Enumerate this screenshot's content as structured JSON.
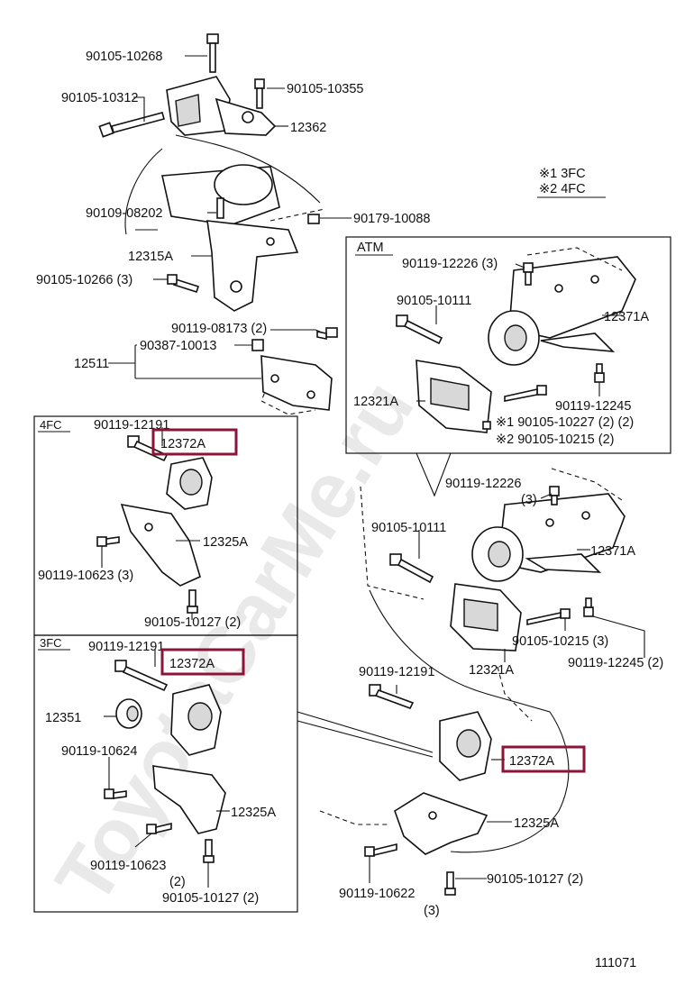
{
  "watermark": "ToyotaCarMe.ru",
  "legend": {
    "m1": "※1 3FC",
    "m2": "※2 4FC"
  },
  "section_labels": {
    "atm": "ATM",
    "fc4": "4FC",
    "fc3": "3FC"
  },
  "labels": {
    "p90105_10268": "90105-10268",
    "p90105_10355": "90105-10355",
    "p90105_10312": "90105-10312",
    "p12362": "12362",
    "p90109_08202": "90109-08202",
    "p90179_10088": "90179-10088",
    "p12315A": "12315A",
    "p90105_10266": "90105-10266 (3)",
    "p90119_08173": "90119-08173 (2)",
    "p90387_10013": "90387-10013",
    "p12511": "12511",
    "atm_90119_12226": "90119-12226 (3)",
    "atm_90105_10111": "90105-10111",
    "atm_12371A": "12371A",
    "atm_12321A": "12321A",
    "atm_90119_12245": "90119-12245",
    "atm_m1_90105_10227": "※1  90105-10227 (2) (2)",
    "atm_m2_90105_10215": "※2  90105-10215 (2)",
    "fc4_90119_12191": "90119-12191",
    "fc4_12372A": "12372A",
    "fc4_12325A": "12325A",
    "fc4_90119_10623": "90119-10623 (3)",
    "fc4_90105_10127": "90105-10127 (2)",
    "fc3_90119_12191": "90119-12191",
    "fc3_12372A": "12372A",
    "fc3_12351": "12351",
    "fc3_90119_10624": "90119-10624",
    "fc3_12325A": "12325A",
    "fc3_90119_10623": "90119-10623",
    "fc3_90119_10623_qty": "(2)",
    "fc3_90105_10127": "90105-10127 (2)",
    "mid_90119_12226": "90119-12226",
    "mid_90119_12226_qty": "(3)",
    "mid_90105_10111": "90105-10111",
    "mid_12371A": "12371A",
    "mid_12321A": "12321A",
    "mid_90105_10215": "90105-10215 (3)",
    "mid_90119_12245": "90119-12245 (2)",
    "main_90119_12191": "90119-12191",
    "main_12372A": "12372A",
    "main_12325A": "12325A",
    "main_90105_10127": "90105-10127 (2)",
    "main_90119_10622": "90119-10622",
    "main_90119_10622_qty": "(3)",
    "diagram_number": "111071"
  },
  "highlight_color": "#8a1538"
}
